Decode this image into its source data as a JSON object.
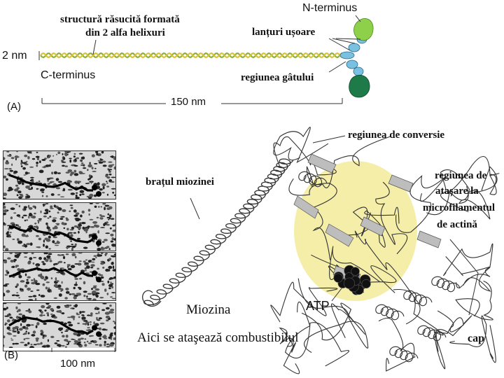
{
  "panelA": {
    "label_coiled": "structură răsucită formată",
    "label_coiled2": "din 2 alfa helixuri",
    "label_n": "N-terminus",
    "label_light": "lanțuri ușoare",
    "label_2nm": "2 nm",
    "label_c": "C-terminus",
    "label_neck": "regiunea gâtului",
    "label_panel": "(A)",
    "label_length": "150 nm"
  },
  "panelB": {
    "label_panel": "(B)",
    "label_scale": "100 nm",
    "micrographs": [
      "micrograph-1",
      "micrograph-2",
      "micrograph-3",
      "micrograph-4"
    ]
  },
  "structure": {
    "label_converter": "regiunea de conversie",
    "label_arm": "brațul miozinei",
    "label_actin1": "regiunea de",
    "label_actin2": "atașare la",
    "label_actin3": "microfilamentul",
    "label_actin4": "de actină",
    "label_myosin": "Miozina",
    "label_atp": "ATP",
    "label_fuel": "Aici se ataşează combustibilul",
    "label_head": "cap"
  },
  "colors": {
    "helix_green": "#8fae3a",
    "helix_gold": "#d8c23a",
    "head_light_green": "#8fd04a",
    "head_dark_green": "#1f7a4a",
    "light_chain_blue": "#7ac0e0",
    "atp_zone_yellow": "#f2eb9a"
  }
}
